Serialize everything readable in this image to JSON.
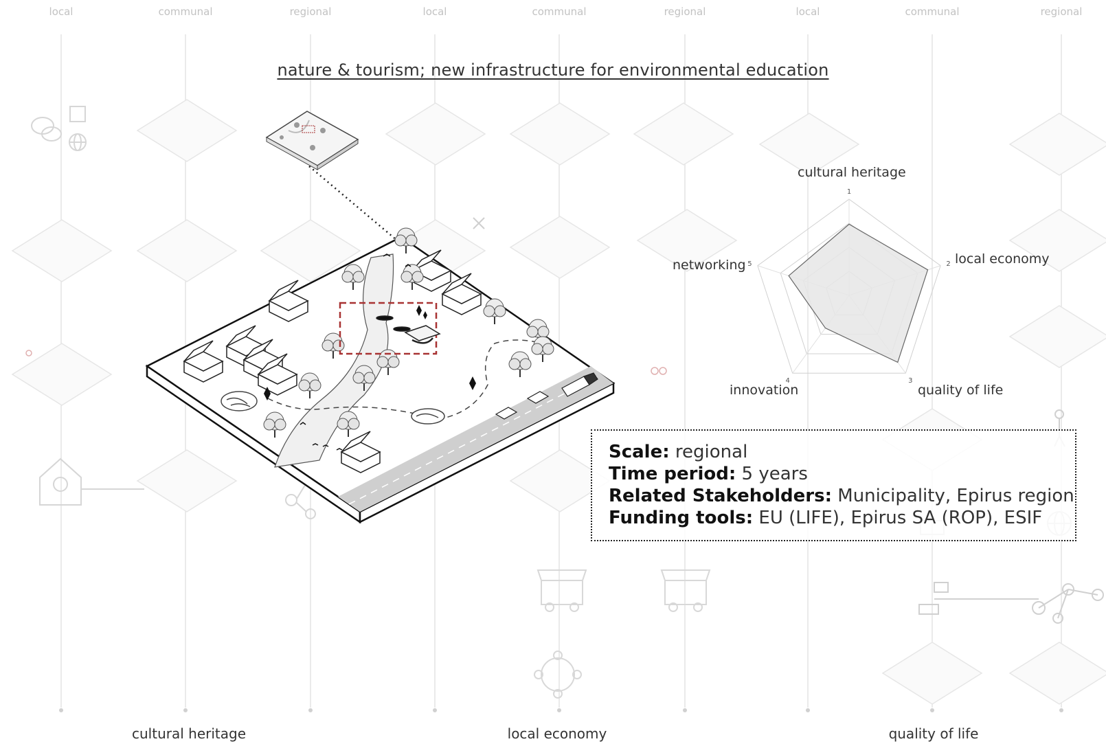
{
  "lane_labels": [
    "local",
    "communal",
    "regional",
    "local",
    "communal",
    "regional",
    "local",
    "communal",
    "regional"
  ],
  "bottom_labels": [
    "cultural heritage",
    "local economy",
    "quality of life"
  ],
  "title": "nature & tourism; new infrastructure for environmental education",
  "radar": {
    "axes": [
      {
        "label": "cultural heritage",
        "index": "1",
        "value": 0.74
      },
      {
        "label": "local economy",
        "index": "2",
        "value": 0.86
      },
      {
        "label": "quality of life",
        "index": "3",
        "value": 0.86
      },
      {
        "label": "innovation",
        "index": "4",
        "value": 0.42
      },
      {
        "label": "networking",
        "index": "5",
        "value": 0.66
      }
    ],
    "rings": 4,
    "fill_color": "#e6e6e6",
    "stroke_color": "#666666"
  },
  "info": {
    "scale_label": "Scale:",
    "scale_value": "regional",
    "time_label": "Time period:",
    "time_value": "5 years",
    "stakeholders_label": "Related Stakeholders:",
    "stakeholders_value": "Municipality, Epirus region",
    "funding_label": "Funding tools:",
    "funding_value": "EU (LIFE), Epirus SA (ROP), ESIF"
  },
  "colors": {
    "highlight_box": "#a83232",
    "lane_line": "#e4e4e4",
    "faded_icon": "#d8d8d8"
  }
}
